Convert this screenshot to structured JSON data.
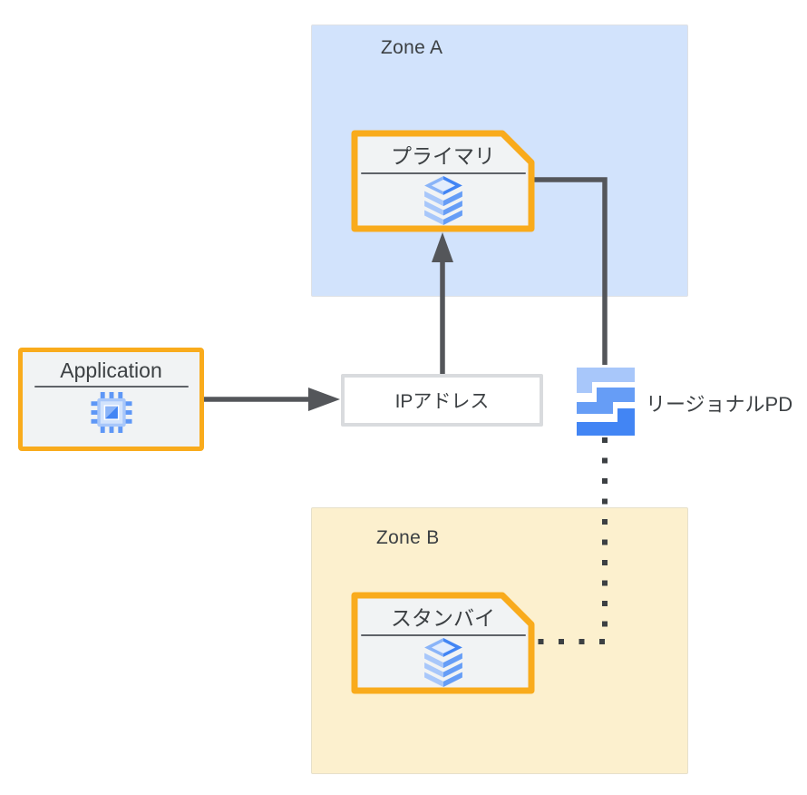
{
  "zones": {
    "a": {
      "label": "Zone A"
    },
    "b": {
      "label": "Zone B"
    }
  },
  "nodes": {
    "application": {
      "label": "Application",
      "icon": "cpu-icon"
    },
    "ip_address": {
      "label": "IPアドレス"
    },
    "primary": {
      "label": "プライマリ",
      "icon": "database-icon"
    },
    "standby": {
      "label": "スタンバイ",
      "icon": "database-icon"
    },
    "regional_pd": {
      "label": "リージョナルPD",
      "icon": "regional-persistent-disk-icon"
    }
  },
  "connections": [
    {
      "from": "application",
      "to": "ip_address",
      "style": "solid-arrow"
    },
    {
      "from": "ip_address",
      "to": "primary",
      "style": "solid-arrow"
    },
    {
      "from": "primary",
      "to": "regional_pd",
      "style": "solid-elbow-line"
    },
    {
      "from": "regional_pd",
      "to": "standby",
      "style": "dotted-elbow-line"
    }
  ],
  "colors": {
    "accent_orange": "#F9AB1C",
    "zone_a_fill": "#D2E3FC",
    "zone_b_fill": "#FCF0CE",
    "card_fill": "#F1F3F4",
    "connector_gray": "#54565A",
    "text": "#3C4043",
    "ip_border": "#D9DBDE",
    "blue_dark": "#4285F4",
    "blue_mid": "#669DF6",
    "blue_light": "#A8C7FA"
  }
}
